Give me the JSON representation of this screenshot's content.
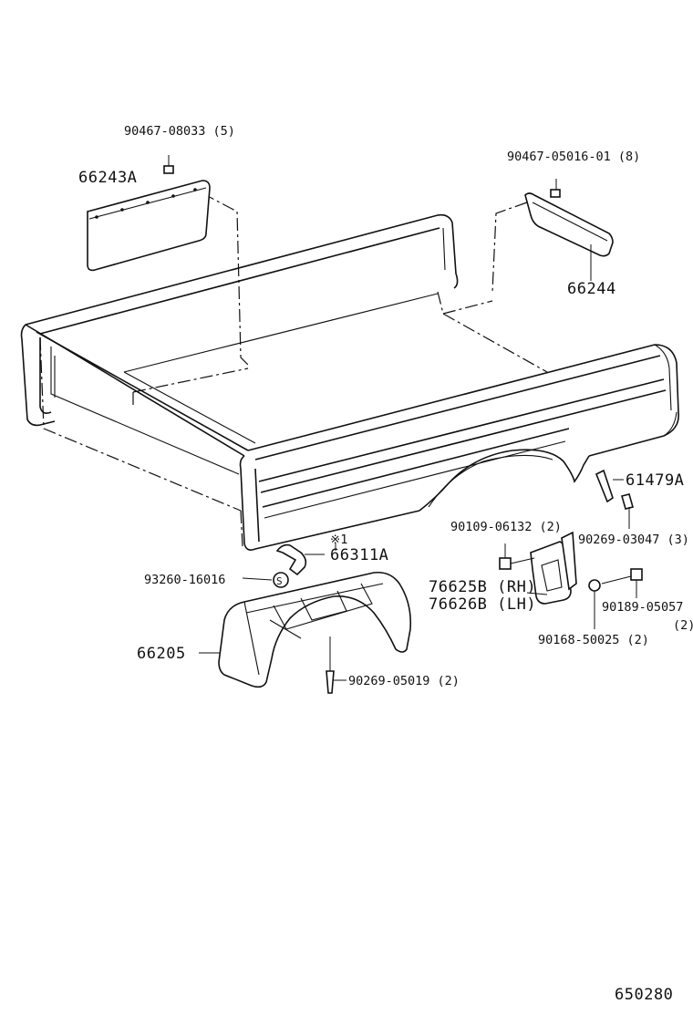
{
  "diagram_id": "650280",
  "callouts": {
    "c1": "90467-08033 (5)",
    "c2": "66243A",
    "c3": "90467-05016-01 (8)",
    "c4": "66244",
    "c5": "61479A",
    "c6": "90109-06132 (2)",
    "c7": "90269-03047 (3)",
    "c8": "※1",
    "c9": "66311A",
    "c10": "93260-16016",
    "c11": "76625B (RH)",
    "c12": "76626B (LH)",
    "c13": "90189-05057",
    "c14": "(2)",
    "c15": "90168-50025 (2)",
    "c16": "66205",
    "c17": "90269-05019 (2)"
  },
  "washer_mark": "S"
}
